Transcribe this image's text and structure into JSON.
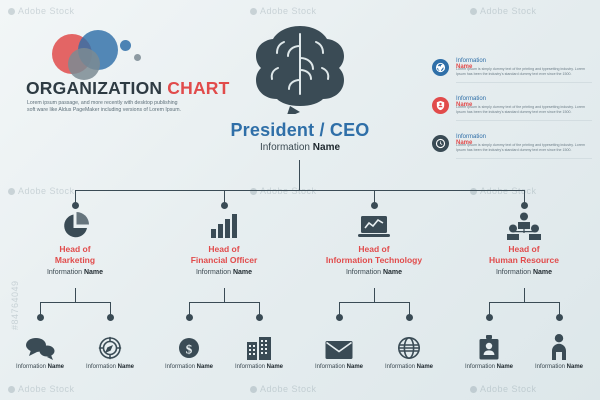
{
  "logo": {
    "title_main": "ORGANIZATION",
    "title_accent": "CHART",
    "description": "Lorem ipsum passage, and more recently with desktop publishing soft ware like Aldus PageMaker including versions of Lorem Ipsum."
  },
  "root": {
    "icon": "brain-icon",
    "title": "President / CEO",
    "subtitle_normal": "Information ",
    "subtitle_bold": "Name"
  },
  "right_info": [
    {
      "icon": "globe-badge-icon",
      "title_normal": "Information ",
      "title_bold": "Name",
      "text": "Lorem Ipsum is simply dummy text of the printing and typesetting industry. Lorem Ipsum has been the industry's standard dummy text ever since the 1500."
    },
    {
      "icon": "shield-badge-icon",
      "title_normal": "Information ",
      "title_bold": "Name",
      "text": "Lorem Ipsum is simply dummy text of the printing and typesetting industry. Lorem Ipsum has been the industry's standard dummy text ever since the 1500."
    },
    {
      "icon": "clock-badge-icon",
      "title_normal": "Information ",
      "title_bold": "Name",
      "text": "Lorem Ipsum is simply dummy text of the printing and typesetting industry. Lorem Ipsum has been the industry's standard dummy text ever since the 1500."
    }
  ],
  "departments": [
    {
      "icon": "pie-chart-icon",
      "title_line1": "Head of",
      "title_line2": "Marketing",
      "sub_normal": "Information ",
      "sub_bold": "Name",
      "children": [
        {
          "icon": "speech-bubbles-icon",
          "label_normal": "Information ",
          "label_bold": "Name"
        },
        {
          "icon": "compass-icon",
          "label_normal": "Information ",
          "label_bold": "Name"
        }
      ]
    },
    {
      "icon": "bar-chart-icon",
      "title_line1": "Head of",
      "title_line2": "Financial Officer",
      "sub_normal": "Information ",
      "sub_bold": "Name",
      "children": [
        {
          "icon": "dollar-coin-icon",
          "label_normal": "Information ",
          "label_bold": "Name"
        },
        {
          "icon": "buildings-icon",
          "label_normal": "Information ",
          "label_bold": "Name"
        }
      ]
    },
    {
      "icon": "laptop-chart-icon",
      "title_line1": "Head of",
      "title_line2": "Information Technology",
      "sub_normal": "Information ",
      "sub_bold": "Name",
      "children": [
        {
          "icon": "envelope-icon",
          "label_normal": "Information ",
          "label_bold": "Name"
        },
        {
          "icon": "globe-icon",
          "label_normal": "Information ",
          "label_bold": "Name"
        }
      ]
    },
    {
      "icon": "people-group-icon",
      "title_line1": "Head of",
      "title_line2": "Human Resource",
      "sub_normal": "Information ",
      "sub_bold": "Name",
      "children": [
        {
          "icon": "id-badge-icon",
          "label_normal": "Information ",
          "label_bold": "Name"
        },
        {
          "icon": "person-tie-icon",
          "label_normal": "Information ",
          "label_bold": "Name"
        }
      ]
    }
  ],
  "watermarks": {
    "text": "Adobe Stock",
    "side_text": "#84764049"
  },
  "colors": {
    "accent_blue": "#2f6fa8",
    "accent_red": "#e14b4b",
    "dark": "#3a4b55"
  }
}
